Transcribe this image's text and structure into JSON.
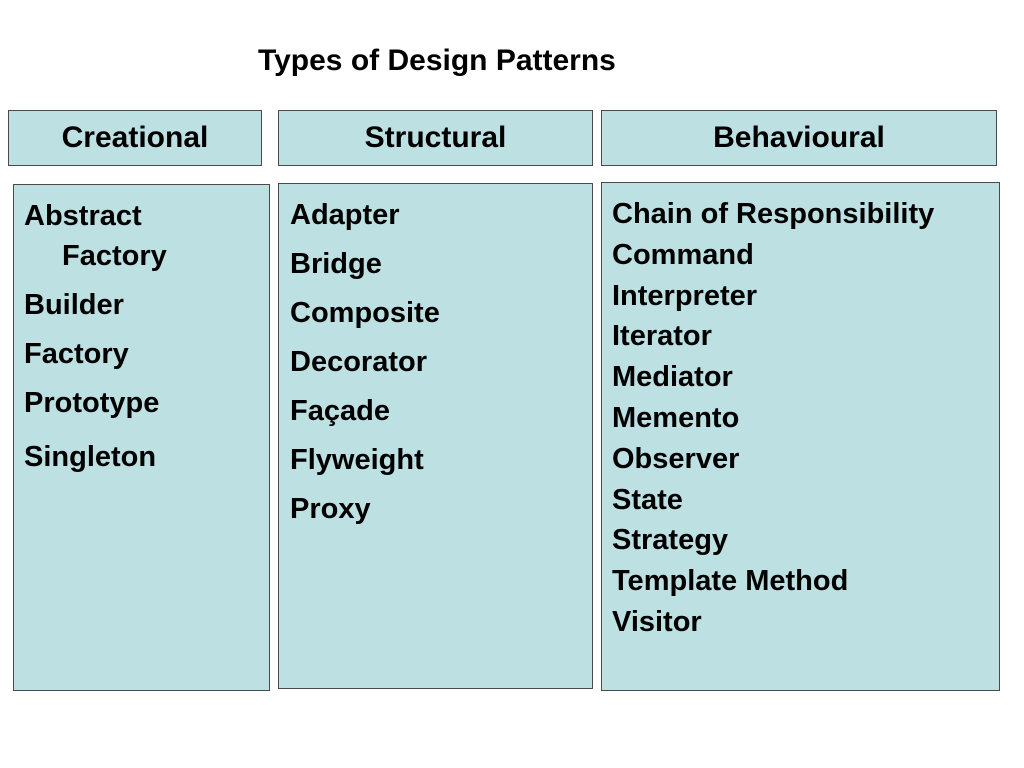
{
  "title": "Types of Design Patterns",
  "categories": [
    {
      "name": "Creational",
      "items": [
        "Abstract Factory",
        "Builder",
        "Factory",
        "Prototype",
        "Singleton"
      ]
    },
    {
      "name": "Structural",
      "items": [
        "Adapter",
        "Bridge",
        "Composite",
        "Decorator",
        "Façade",
        "Flyweight",
        "Proxy"
      ]
    },
    {
      "name": "Behavioural",
      "items": [
        "Chain of Responsibility",
        "Command",
        "Interpreter",
        "Iterator",
        "Mediator",
        "Memento",
        "Observer",
        "State",
        "Strategy",
        "Template Method",
        "Visitor"
      ]
    }
  ],
  "colors": {
    "box_fill": "#bde0e3",
    "box_border": "#4a4a4a",
    "text": "#000000"
  }
}
